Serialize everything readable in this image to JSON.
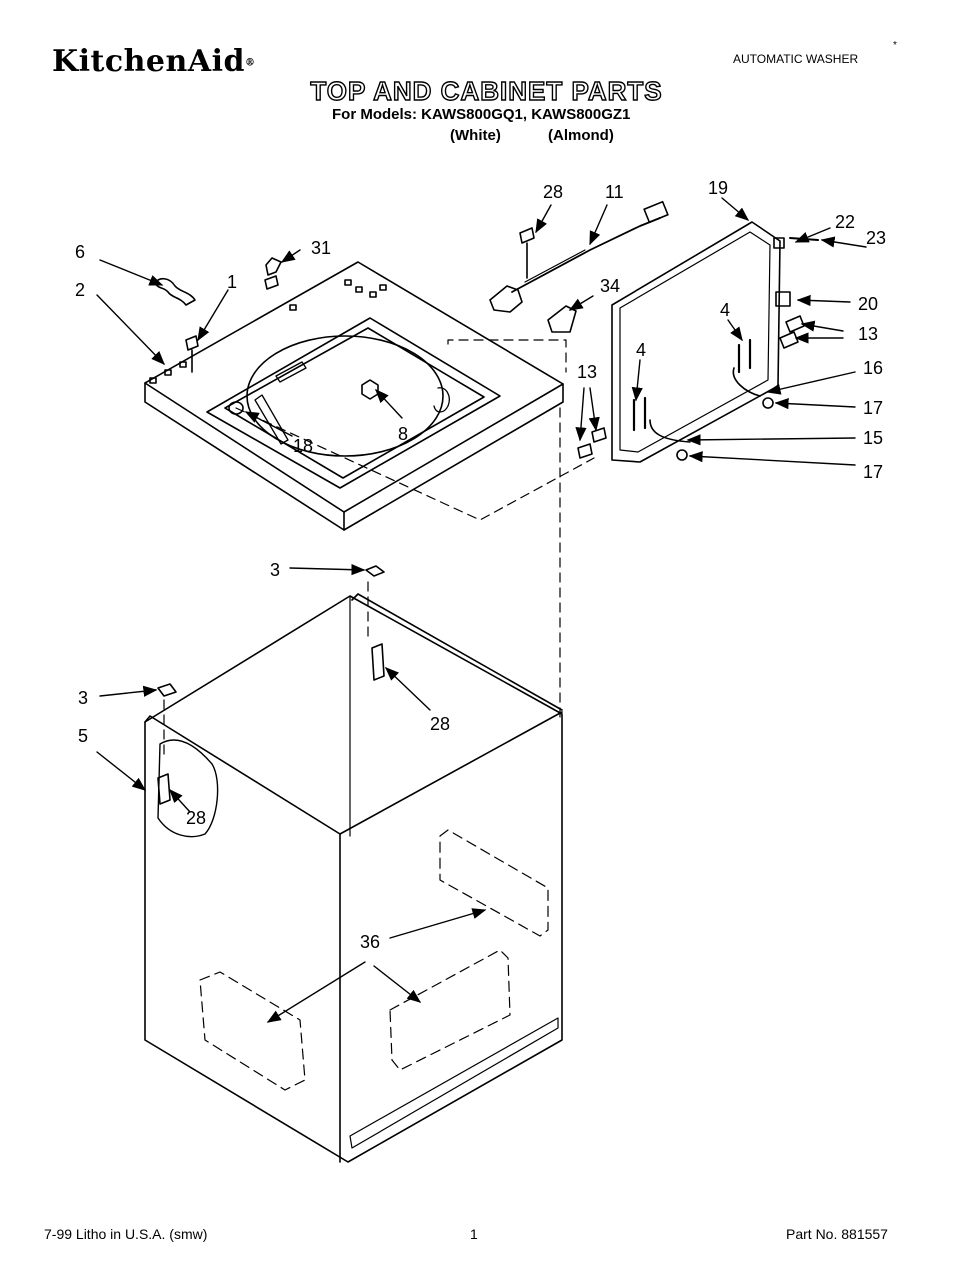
{
  "header": {
    "brand": "KitchenAid",
    "brand_mark": "®",
    "document_type": "AUTOMATIC WASHER",
    "document_type_mark": "*",
    "title": "TOP AND CABINET PARTS",
    "models_line": "For Models: KAWS800GQ1, KAWS800GZ1",
    "variant_1": "(White)",
    "variant_2": "(Almond)"
  },
  "callouts": {
    "c28a": "28",
    "c11": "11",
    "c19": "19",
    "c22": "22",
    "c23": "23",
    "c6": "6",
    "c31": "31",
    "c1": "1",
    "c2": "2",
    "c34": "34",
    "c20": "20",
    "c4a": "4",
    "c4b": "4",
    "c13a": "13",
    "c13b": "13",
    "c16": "16",
    "c17a": "17",
    "c17b": "17",
    "c15": "15",
    "c18": "18",
    "c8": "8",
    "c3a": "3",
    "c3b": "3",
    "c28b": "28",
    "c5": "5",
    "c28c": "28",
    "c36": "36"
  },
  "footer": {
    "print_info": "7-99 Litho in U.S.A. (smw)",
    "page_number": "1",
    "part_number": "Part No. 881557"
  }
}
